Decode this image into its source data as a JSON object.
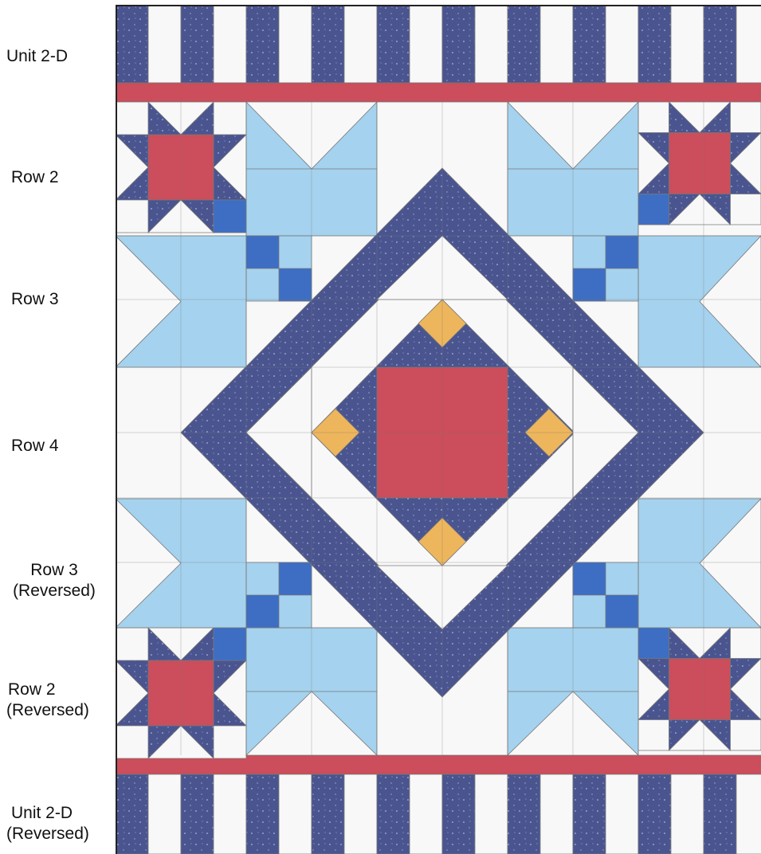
{
  "labels": {
    "unit_2d_top": "Unit 2-D",
    "row2_top": "Row 2",
    "row3_top": "Row 3",
    "row4": "Row 4",
    "row3_rev_a": "Row 3",
    "row3_rev_b": "(Reversed)",
    "row2_rev_a": "Row 2",
    "row2_rev_b": "(Reversed)",
    "unit_2d_rev_a": "Unit 2-D",
    "unit_2d_rev_b": "(Reversed)"
  },
  "colors": {
    "navy": "#4a5590",
    "red": "#cc4d5b",
    "light_blue": "#a5d2ee",
    "medium_blue": "#3d6ec4",
    "gold": "#eeb65c",
    "white": "#f8f8f8",
    "seam": "#777777"
  }
}
